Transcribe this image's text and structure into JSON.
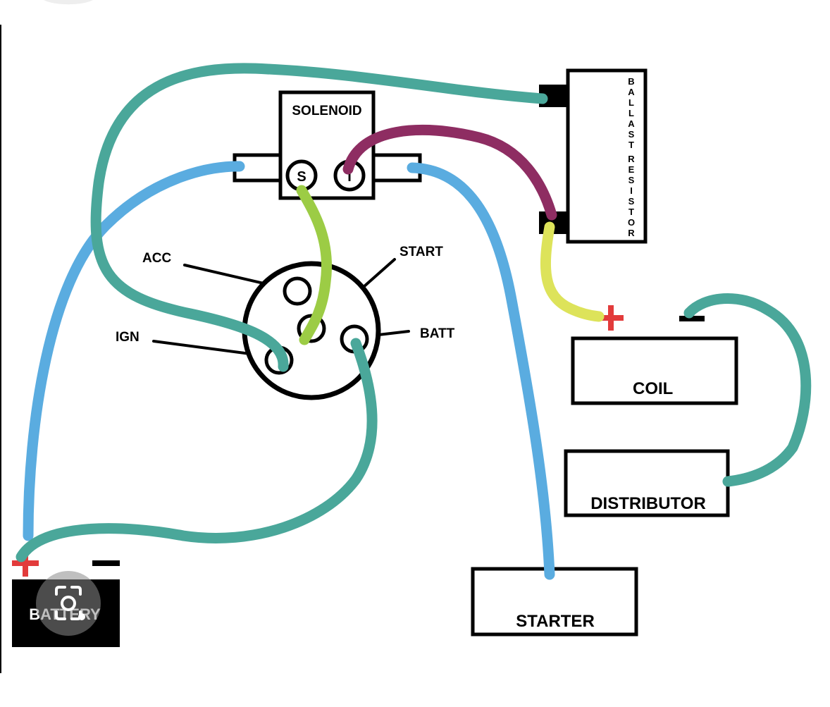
{
  "diagram": {
    "solenoid": {
      "label": "SOLENOID",
      "terminal_s": "S",
      "terminal_i": "I"
    },
    "ballast": {
      "label": "BALLAST RESISTOR"
    },
    "switch": {
      "acc": "ACC",
      "ign": "IGN",
      "start": "START",
      "batt": "BATT"
    },
    "coil": {
      "label": "COIL",
      "plus": "+",
      "minus": "−"
    },
    "distributor": {
      "label": "DISTRIBUTOR"
    },
    "starter": {
      "label": "STARTER"
    },
    "battery": {
      "label": "BATTERY",
      "plus": "+",
      "minus": "−"
    }
  },
  "colors": {
    "teal": "#4aa79a",
    "blue": "#5aace0",
    "green": "#9ccc45",
    "magenta": "#8e2d62",
    "yellow": "#dde35a",
    "red": "#e23b3b"
  },
  "overlay": {
    "icon": "camera-search-icon"
  }
}
